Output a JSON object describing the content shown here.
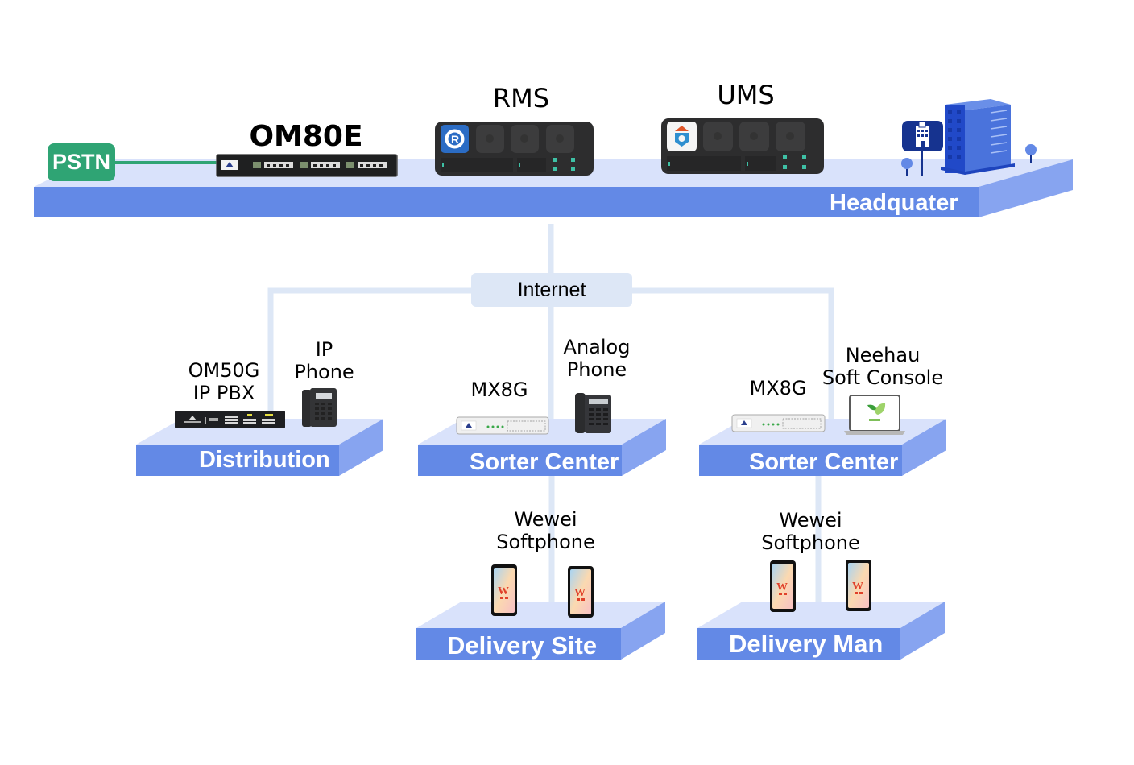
{
  "colors": {
    "platform_top": "#d9e2fb",
    "platform_front": "#6389e6",
    "platform_side": "#87a4f0",
    "link_line": "#dde7f6",
    "pstn_green": "#2fa474",
    "internet_box": "#dde7f6",
    "building_blue": "#2149c8"
  },
  "headquarter": {
    "platform_label": "Headquater",
    "pstn_label": "PSTN",
    "devices": [
      {
        "label": "OM80E",
        "type": "ip-pbx"
      },
      {
        "label": "RMS",
        "type": "server",
        "app_icon": "rms-logo-icon"
      },
      {
        "label": "UMS",
        "type": "server",
        "app_icon": "ums-logo-icon"
      }
    ]
  },
  "network": {
    "hub_label": "Internet"
  },
  "sites": [
    {
      "platform_label": "Distribution",
      "devices": [
        {
          "label_lines": [
            "OM50G",
            "IP PBX"
          ],
          "type": "ip-pbx"
        },
        {
          "label_lines": [
            "IP",
            "Phone"
          ],
          "type": "ip-phone"
        }
      ]
    },
    {
      "platform_label": "Sorter Center",
      "devices": [
        {
          "label_lines": [
            "MX8G"
          ],
          "type": "gateway"
        },
        {
          "label_lines": [
            "Analog",
            "Phone"
          ],
          "type": "analog-phone"
        }
      ]
    },
    {
      "platform_label": "Sorter Center",
      "devices": [
        {
          "label_lines": [
            "MX8G"
          ],
          "type": "gateway"
        },
        {
          "label_lines": [
            "Neehau",
            "Soft Console"
          ],
          "type": "laptop"
        }
      ]
    },
    {
      "platform_label": "Delivery Site",
      "devices": [
        {
          "label_lines": [
            "Wewei",
            "Softphone"
          ],
          "type": "smartphone",
          "count": 2
        }
      ]
    },
    {
      "platform_label": "Delivery Man",
      "devices": [
        {
          "label_lines": [
            "Wewei",
            "Softphone"
          ],
          "type": "smartphone",
          "count": 2
        }
      ]
    }
  ]
}
